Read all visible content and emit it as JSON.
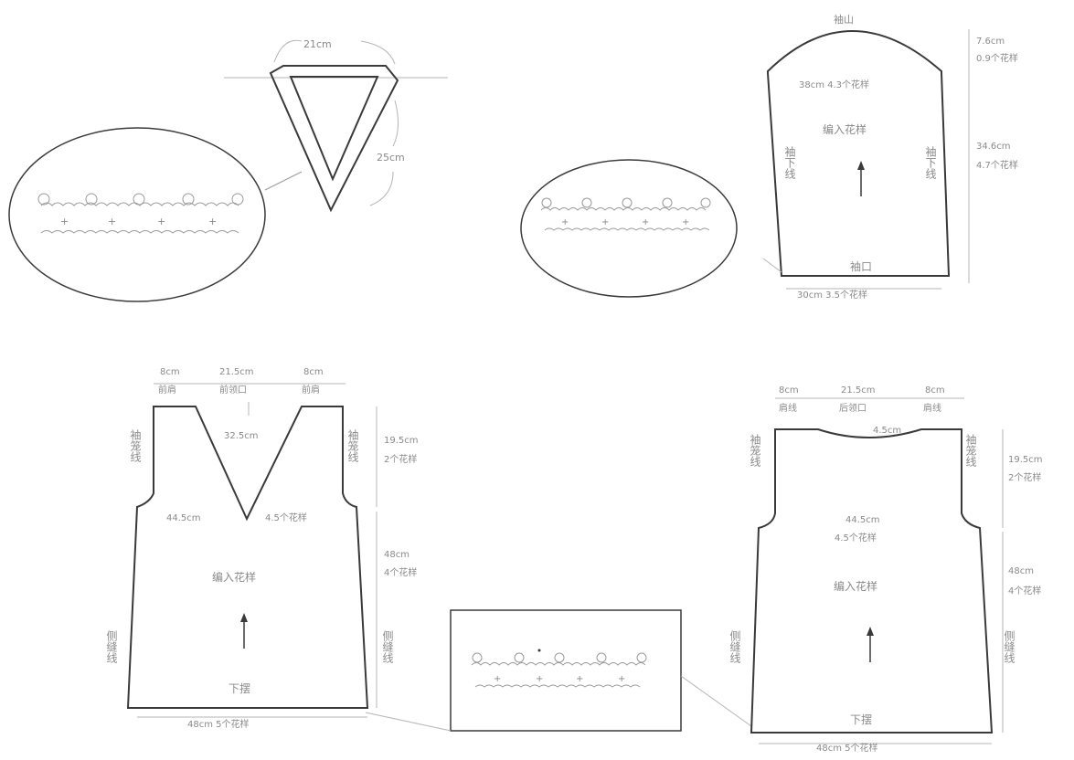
{
  "colors": {
    "outline": "#3a3a3a",
    "text": "#8a8a8a",
    "guide": "#b5b5b5"
  },
  "collar": {
    "width_label": "21cm",
    "depth_label": "25cm"
  },
  "sleeve": {
    "cap_label": "袖山",
    "cap_height": "7.6cm",
    "cap_pattern": "0.9个花样",
    "top_width": "38cm 4.3个花样",
    "body_height": "34.6cm",
    "body_pattern": "4.7个花样",
    "fill_label": "编入花样",
    "left_seam": "袖下线",
    "right_seam": "袖下线",
    "cuff_label": "袖口",
    "bottom_width": "30cm 3.5个花样"
  },
  "front": {
    "top_left_w": "8cm",
    "top_left_l": "前肩",
    "top_mid_w": "21.5cm",
    "top_mid_l": "前领口",
    "top_right_w": "8cm",
    "top_right_l": "前肩",
    "neck_depth": "32.5cm",
    "left_armhole": "袖笼线",
    "right_armhole": "袖笼线",
    "armhole_height": "19.5cm",
    "armhole_pattern": "2个花样",
    "chest_w": "44.5cm",
    "chest_pattern": "4.5个花样",
    "body_height": "48cm",
    "body_pattern": "4个花样",
    "fill_label": "编入花样",
    "left_side": "侧缝线",
    "right_side": "侧缝线",
    "hem_label": "下摆",
    "bottom_width": "48cm 5个花样"
  },
  "back": {
    "top_left_w": "8cm",
    "top_left_l": "肩线",
    "top_mid_w": "21.5cm",
    "top_mid_l": "后领口",
    "top_right_w": "8cm",
    "top_right_l": "肩线",
    "neck_depth": "4.5cm",
    "left_armhole": "袖笼线",
    "right_armhole": "袖笼线",
    "armhole_height": "19.5cm",
    "armhole_pattern": "2个花样",
    "chest_w": "44.5cm",
    "chest_pattern": "4.5个花样",
    "body_height": "48cm",
    "body_pattern": "4个花样",
    "fill_label": "编入花样",
    "left_side": "侧缝线",
    "right_side": "侧缝线",
    "hem_label": "下摆",
    "bottom_width": "48cm 5个花样"
  }
}
